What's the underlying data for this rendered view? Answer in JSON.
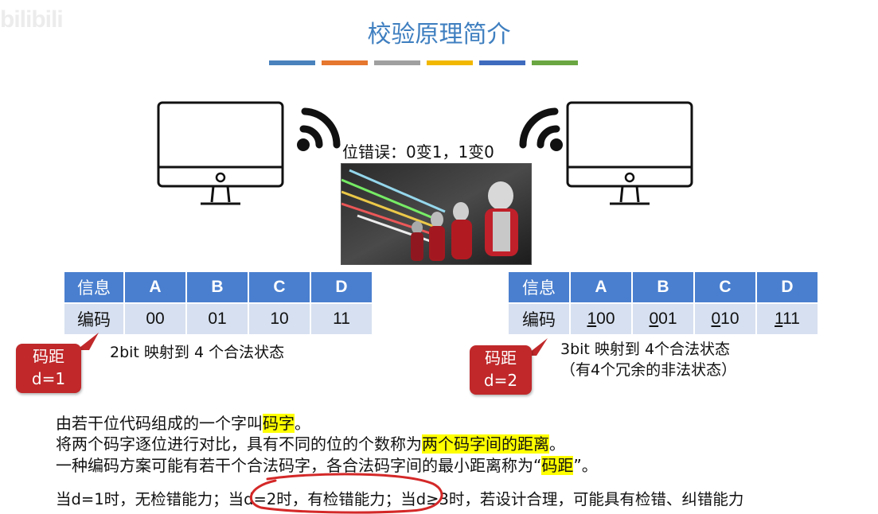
{
  "watermark": "bilibili",
  "title": "校验原理简介",
  "bar_colors": [
    "#4a82bd",
    "#e5772e",
    "#a0a0a0",
    "#f2b800",
    "#3f6bbf",
    "#6aa742"
  ],
  "caption": "位错误：0变1，1变0",
  "icons": {
    "monitor_left": "monitor-icon",
    "monitor_right": "monitor-icon",
    "wifi_left": "wifi-icon",
    "wifi_right": "wifi-icon"
  },
  "table_left": {
    "header": [
      "信息",
      "A",
      "B",
      "C",
      "D"
    ],
    "row": [
      "编码",
      "00",
      "01",
      "10",
      "11"
    ]
  },
  "table_right": {
    "header": [
      "信息",
      "A",
      "B",
      "C",
      "D"
    ],
    "row_label": "编码",
    "row": [
      {
        "first": "1",
        "rest": "00"
      },
      {
        "first": "0",
        "rest": "01"
      },
      {
        "first": "0",
        "rest": "10"
      },
      {
        "first": "1",
        "rest": "11"
      }
    ]
  },
  "callout_left": {
    "line1": "码距",
    "line2": "d=1"
  },
  "callout_right": {
    "line1": "码距",
    "line2": "d=2"
  },
  "note_left": "2bit 映射到 4 个合法状态",
  "note_right": {
    "line1": "3bit 映射到 4个合法状态",
    "line2": "（有4个冗余的非法状态）"
  },
  "para1": {
    "pre": "由若干位代码组成的一个字叫",
    "hl": "码字",
    "post": "。"
  },
  "para2": {
    "pre": "将两个码字逐位进行对比，具有不同的位的个数称为",
    "hl": "两个码字间的距离",
    "post": "。"
  },
  "para3": {
    "pre": "一种编码方案可能有若干个合法码字，各合法码字间的最小距离称为“",
    "hl": "码距",
    "post": "”。"
  },
  "para4": "当d=1时，无检错能力；当d=2时，有检错能力；当d≥3时，若设计合理，可能具有检错、纠错能力"
}
